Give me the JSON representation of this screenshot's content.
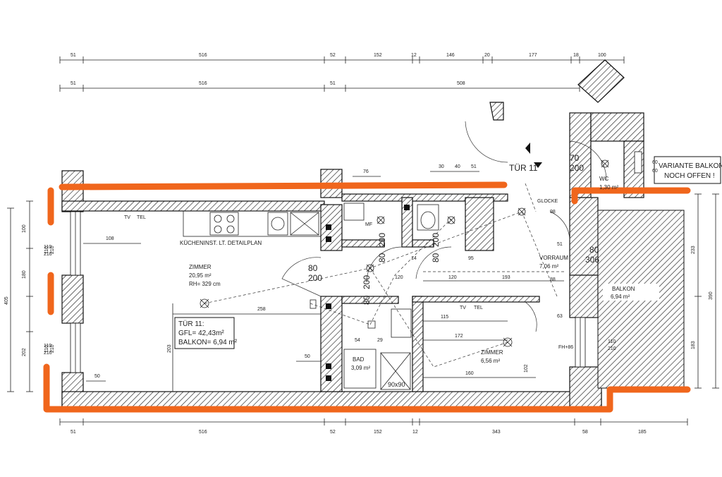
{
  "dims_top_row1": [
    "51",
    "516",
    "52",
    "152",
    "12",
    "146",
    "20",
    "177",
    "18",
    "100"
  ],
  "dims_top_row2": [
    "51",
    "516",
    "51",
    "508"
  ],
  "dims_bottom": [
    "51",
    "516",
    "52",
    "152",
    "12",
    "343",
    "58",
    "185"
  ],
  "dims_left": [
    "100",
    "110",
    "210",
    "180",
    "405",
    "110",
    "210",
    "202"
  ],
  "dims_right": [
    "233",
    "390",
    "183"
  ],
  "rooms": {
    "zimmer_main": {
      "name": "ZIMMER",
      "area": "20,95 m²",
      "height": "RH= 329 cm"
    },
    "vorraum": {
      "name": "VORRAUM",
      "area": "7,06 m²"
    },
    "bad": {
      "name": "BAD",
      "area": "3,09 m²"
    },
    "zimmer_small": {
      "name": "ZIMMER",
      "area": "6,56 m²"
    },
    "wc": {
      "name": "WC",
      "area": "1,30 m²"
    },
    "balkon": {
      "name": "BALKON",
      "area": "6,94 m²"
    }
  },
  "summary": {
    "line1": "TÜR 11:",
    "line2": "GFL= 42,43m²",
    "line3": "BALKON= 6,94 m²"
  },
  "kitchen_note": "KÜCHENINST. LT. DETAILPLAN",
  "door_label": "TÜR 11",
  "variant_note": {
    "line1": "VARIANTE BALKON",
    "line2": "NOCH OFFEN !"
  },
  "tv_tel": [
    "TV",
    "TEL"
  ],
  "openings": [
    {
      "w": "80",
      "h": "200"
    },
    {
      "w": "80",
      "h": "200"
    },
    {
      "w": "80",
      "h": "200"
    },
    {
      "w": "80",
      "h": "200"
    },
    {
      "w": "70",
      "h": "200"
    },
    {
      "w": "80",
      "h": "306"
    }
  ],
  "window_dims": [
    "110",
    "210",
    "110",
    "210",
    "110",
    "210"
  ],
  "interior_dims": [
    "108",
    "258",
    "203",
    "50",
    "50",
    "76",
    "30",
    "40",
    "51",
    "120",
    "120",
    "193",
    "115",
    "172",
    "160",
    "102",
    "54",
    "29",
    "14",
    "95",
    "98",
    "88",
    "63",
    "51"
  ],
  "shower": "90x90",
  "misc_labels": [
    "GLOCKE",
    "FH+86",
    "60",
    "60",
    "MF"
  ],
  "colors": {
    "outline": "#f0661c",
    "ink": "#111111"
  }
}
